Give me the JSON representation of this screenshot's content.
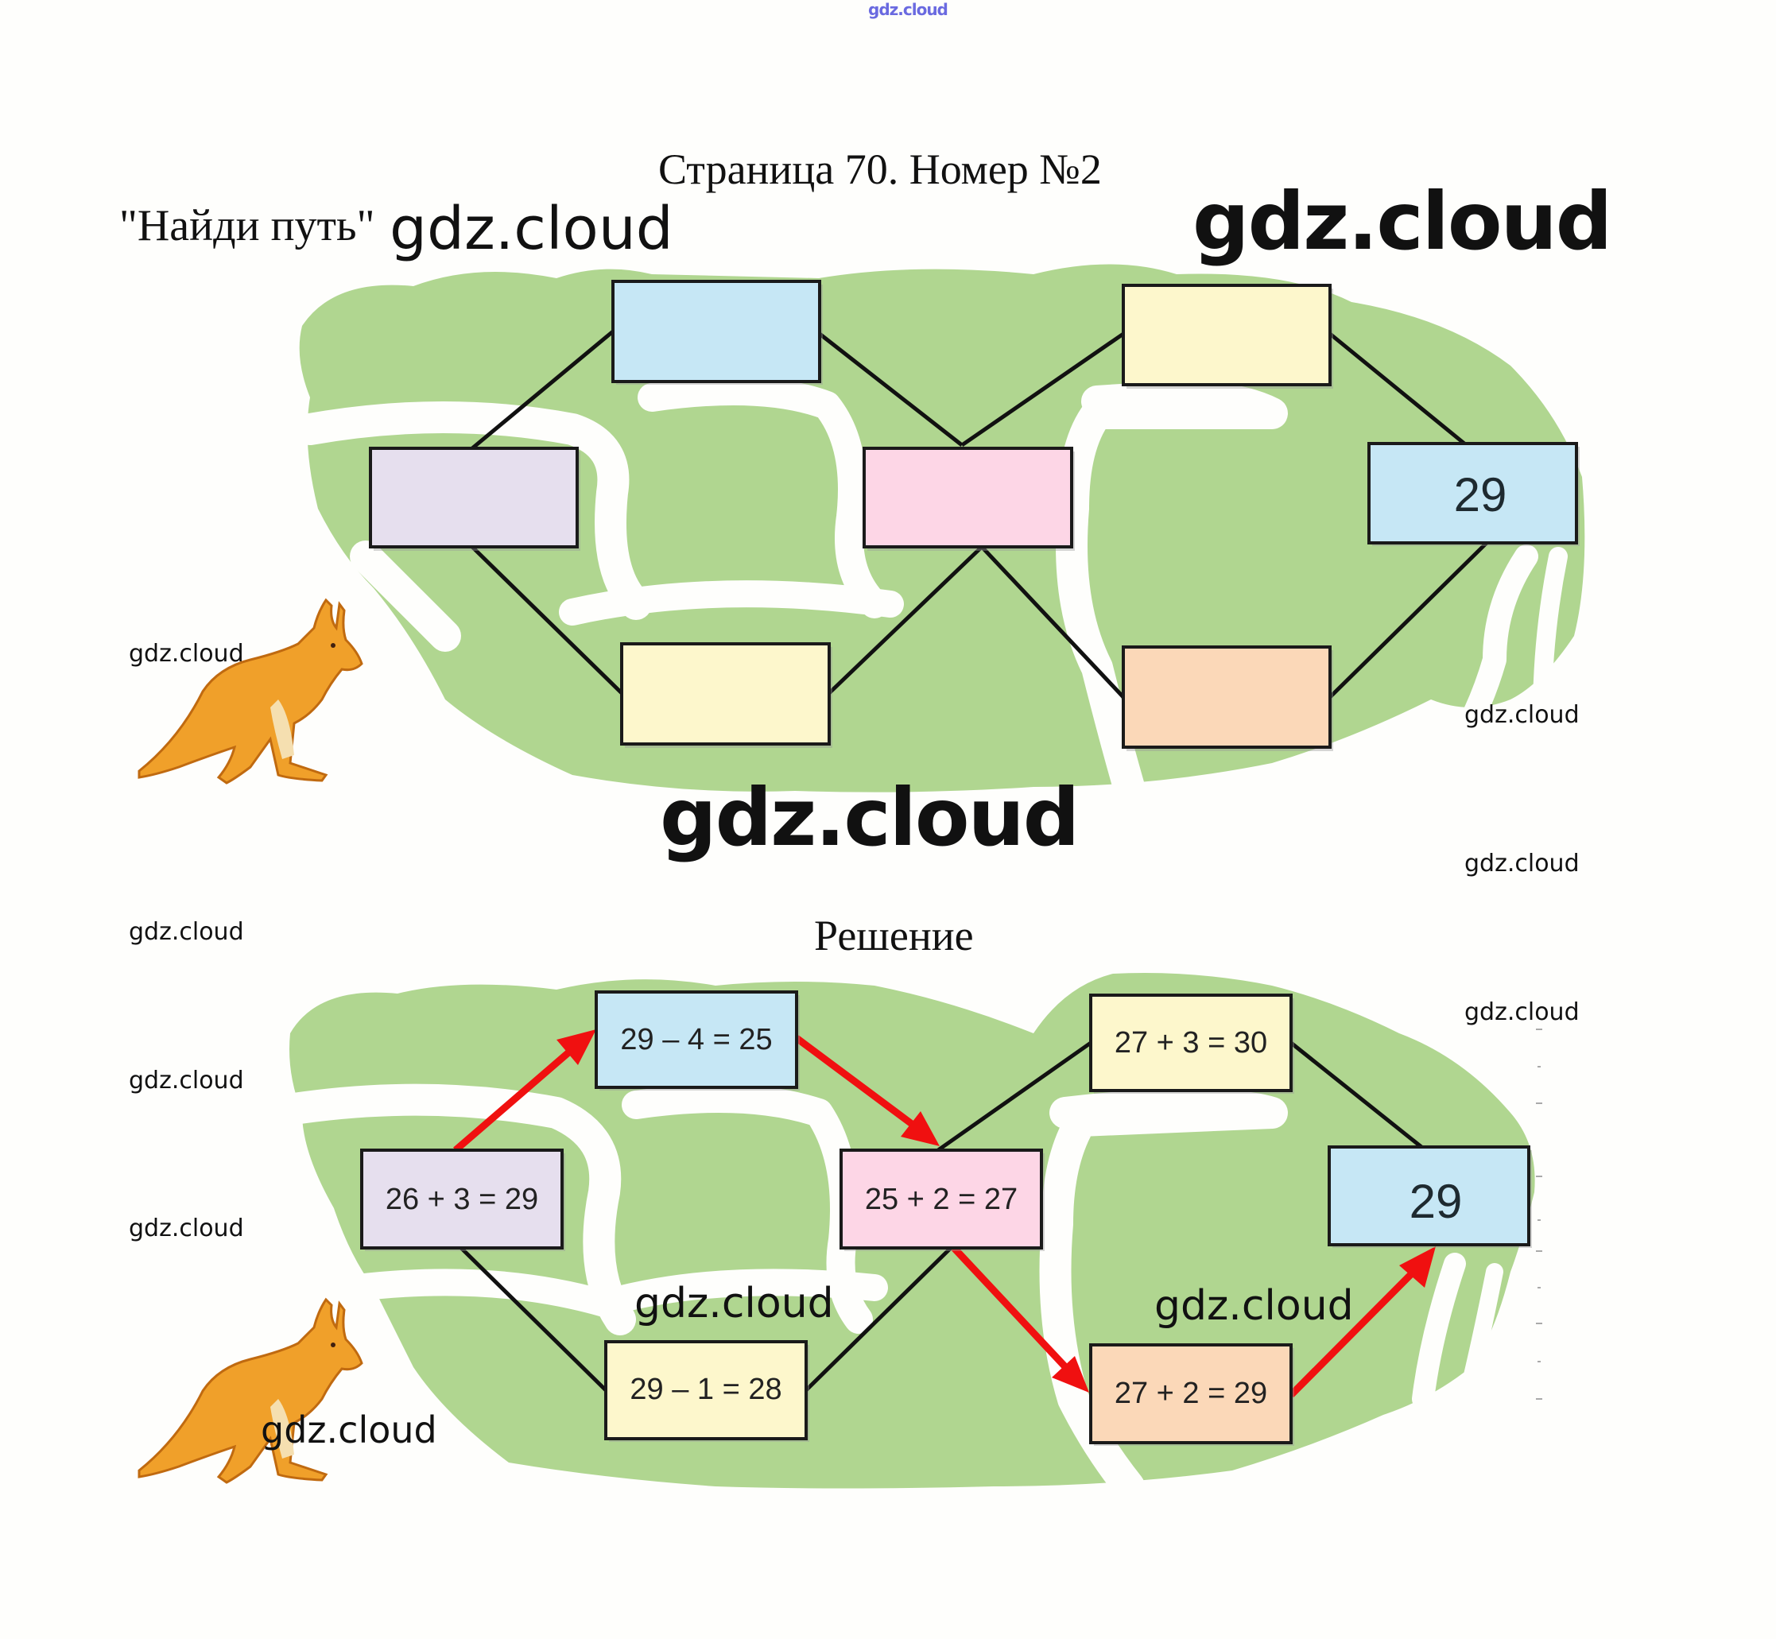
{
  "header": {
    "site_watermark": "gdz.cloud",
    "title": "Страница 70. Номер №2",
    "task_name": "\"Найди путь\""
  },
  "watermarks": {
    "text": "gdz.cloud"
  },
  "task": {
    "label": "",
    "colors": {
      "land": "#b0d690",
      "road": "#ffffff",
      "box_border": "#1a1a1a",
      "line": "#111111"
    },
    "boxes": [
      {
        "id": "top-left",
        "color": "#c6e7f5",
        "text": ""
      },
      {
        "id": "top-right",
        "color": "#fdf7cc",
        "text": ""
      },
      {
        "id": "mid-left",
        "color": "#e6dfee",
        "text": ""
      },
      {
        "id": "mid-center",
        "color": "#fdd6e6",
        "text": ""
      },
      {
        "id": "mid-right",
        "color": "#c6e7f5",
        "text": "29"
      },
      {
        "id": "bottom-left",
        "color": "#fdf7cc",
        "text": ""
      },
      {
        "id": "bottom-right",
        "color": "#fbd8b8",
        "text": ""
      }
    ]
  },
  "solution": {
    "heading": "Решение",
    "arrow_color": "#f01010",
    "boxes": [
      {
        "id": "top-left",
        "color": "#c6e7f5",
        "text": "29 – 4 = 25"
      },
      {
        "id": "top-right",
        "color": "#fdf7cc",
        "text": "27 + 3 = 30"
      },
      {
        "id": "mid-left",
        "color": "#e6dfee",
        "text": "26 + 3 = 29"
      },
      {
        "id": "mid-center",
        "color": "#fdd6e6",
        "text": "25 + 2 = 27"
      },
      {
        "id": "mid-right",
        "color": "#c6e7f5",
        "text": "29"
      },
      {
        "id": "bottom-left",
        "color": "#fdf7cc",
        "text": "29 – 1 = 28"
      },
      {
        "id": "bottom-right",
        "color": "#fbd8b8",
        "text": "27 + 2 = 29"
      }
    ]
  }
}
